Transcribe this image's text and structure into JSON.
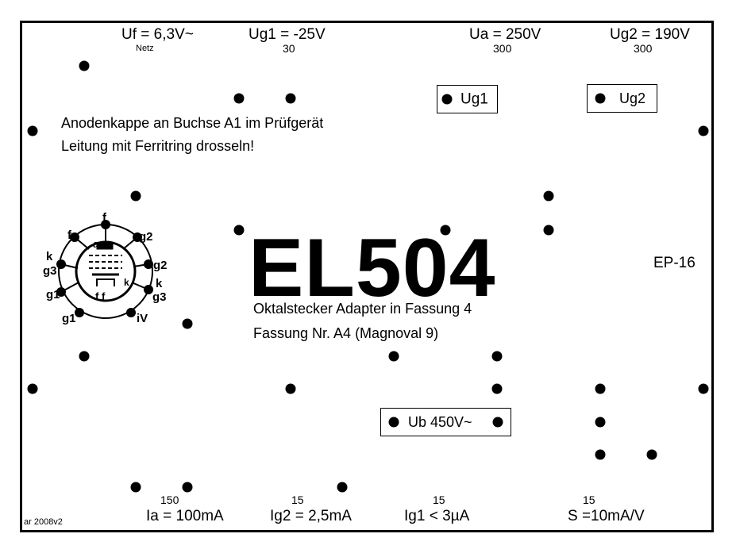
{
  "top_specs": [
    {
      "name": "uf",
      "value": "Uf = 6,3V~",
      "sub": "Netz"
    },
    {
      "name": "ug1",
      "value": "Ug1 = -25V",
      "sub": "30"
    },
    {
      "name": "ua",
      "value": "Ua = 250V",
      "sub": "300"
    },
    {
      "name": "ug2",
      "value": "Ug2 = 190V",
      "sub": "300"
    }
  ],
  "bottom_specs": [
    {
      "name": "ia",
      "value": "Ia = 100mA",
      "sub": "150"
    },
    {
      "name": "ig2",
      "value": "Ig2 = 2,5mA",
      "sub": "15"
    },
    {
      "name": "ig1",
      "value": "Ig1 < 3µA",
      "sub": "15"
    },
    {
      "name": "s",
      "value": "S =10mA/V",
      "sub": "15"
    }
  ],
  "notes": {
    "line1": "Anodenkappe an Buchse A1 im Prüfgerät",
    "line2": "Leitung mit Ferritring drosseln!"
  },
  "terminals": {
    "ug1": "Ug1",
    "ug2": "Ug2",
    "ub": "Ub 450V~"
  },
  "tube": {
    "type": "EL504",
    "line1": "Oktalstecker Adapter in Fassung 4",
    "line2": "Fassung Nr. A4 (Magnoval 9)",
    "code": "EP-16"
  },
  "socket_pins": [
    "f",
    "g2",
    "g2",
    "k",
    "g3",
    "iV",
    "g1",
    "g1",
    "g3",
    "k",
    "f"
  ],
  "socket_tube_labels": [
    "a",
    "f f",
    "k"
  ],
  "footer": "ar 2008v2"
}
